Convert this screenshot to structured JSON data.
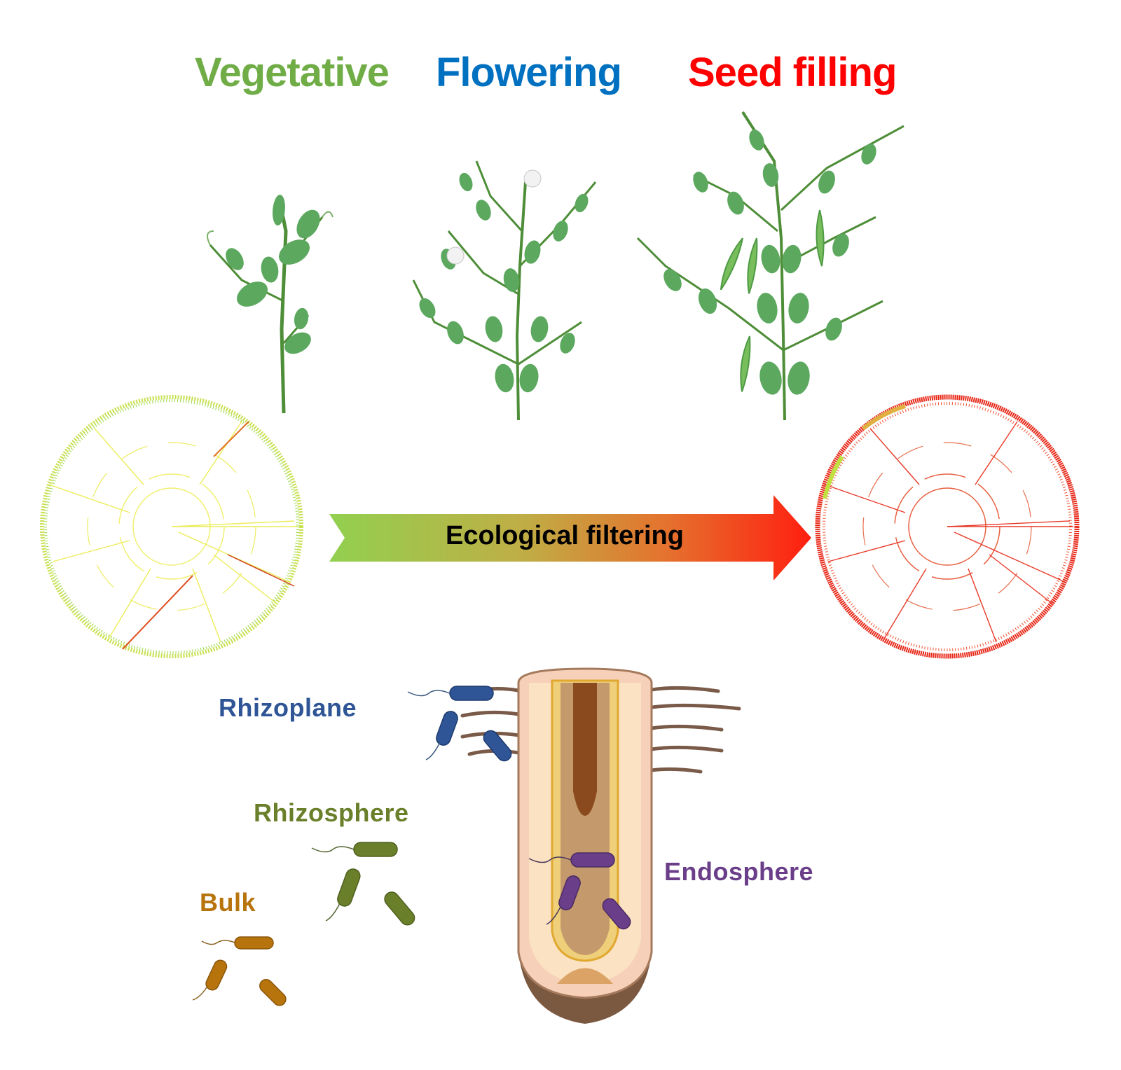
{
  "stages": [
    {
      "label": "Vegetative",
      "color": "#70AD47"
    },
    {
      "label": "Flowering",
      "color": "#0070C0"
    },
    {
      "label": "Seed filling",
      "color": "#FF0000"
    }
  ],
  "arrow": {
    "label": "Ecological filtering",
    "gradient": [
      "#92D050",
      "#C0A040",
      "#E07030",
      "#FF1E10"
    ]
  },
  "trees": {
    "left": {
      "dominant_colors": [
        "#F0F060",
        "#90E040",
        "#E06020"
      ]
    },
    "right": {
      "dominant_colors": [
        "#E83020",
        "#F07050",
        "#C0E040"
      ]
    }
  },
  "zones": [
    {
      "label": "Rhizoplane",
      "color": "#2F5597"
    },
    {
      "label": "Rhizosphere",
      "color": "#6A7F2A"
    },
    {
      "label": "Bulk",
      "color": "#B8740C"
    },
    {
      "label": "Endosphere",
      "color": "#6B3E8A"
    }
  ]
}
